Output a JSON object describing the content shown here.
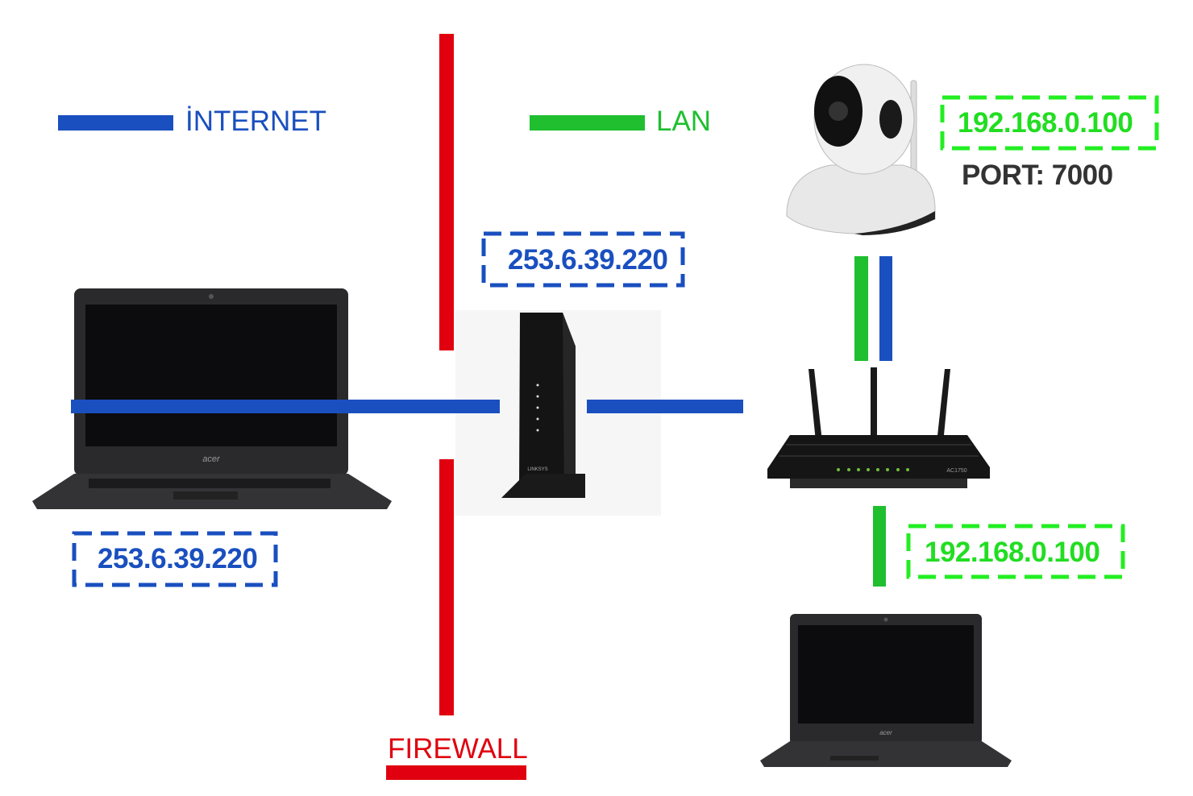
{
  "legend": {
    "internet_label": "İNTERNET",
    "lan_label": "LAN",
    "firewall_label": "FIREWALL"
  },
  "addresses": {
    "modem_public_ip": "253.6.39.220",
    "remote_laptop_ip": "253.6.39.220",
    "camera_ip": "192.168.0.100",
    "camera_port": "PORT: 7000",
    "local_laptop_ip": "192.168.0.100"
  },
  "devices": {
    "modem_brand": "LINKSYS",
    "router_model": "AC1750",
    "laptop_brand": "acer"
  },
  "colors": {
    "internet": "#1a4fbf",
    "lan": "#1fbf2f",
    "lan_box": "#22ee22",
    "firewall": "#e0000f",
    "port_text": "#333333"
  }
}
